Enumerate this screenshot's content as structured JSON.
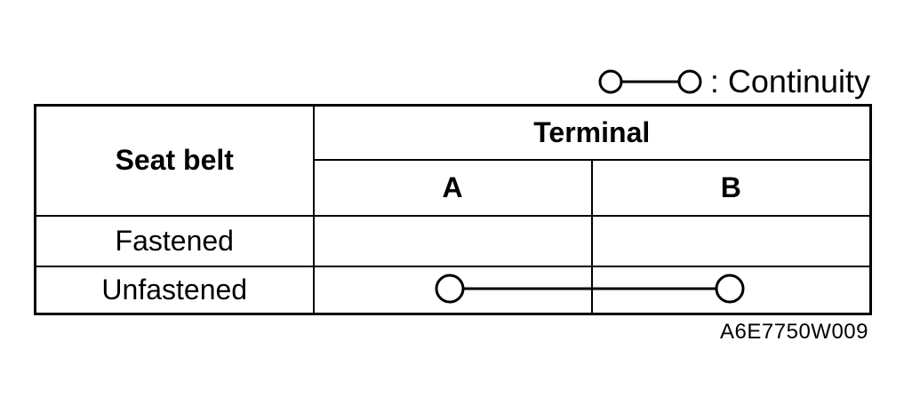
{
  "legend": {
    "label": ": Continuity",
    "icon": "continuity-icon"
  },
  "table": {
    "header": {
      "row_header": "Seat belt",
      "group_header": "Terminal",
      "terminals": [
        "A",
        "B"
      ]
    },
    "rows": [
      {
        "label": "Fastened",
        "continuity": []
      },
      {
        "label": "Unfastened",
        "continuity": [
          "A",
          "B"
        ]
      }
    ]
  },
  "figure_code": "A6E7750W009"
}
